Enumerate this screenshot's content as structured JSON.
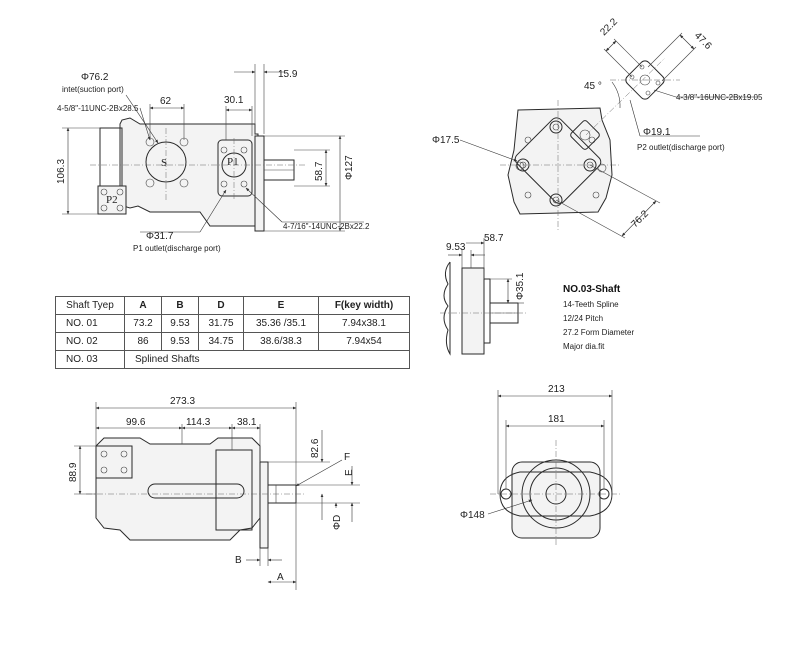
{
  "side_view": {
    "suction_dia": "Φ76.2",
    "suction_label": "intet(suction port)",
    "suction_thread": "4-5/8\"-11UNC-2Bx28.5",
    "dim_62": "62",
    "dim_30_1": "30.1",
    "dim_15_9": "15.9",
    "dim_106_3": "106.3",
    "dim_58_7": "58.7",
    "dim_127": "Φ127",
    "p1_dia": "Φ31.7",
    "p1_label": "P1 outlet(discharge port)",
    "p1_thread": "4-7/16\"-14UNC-2Bx22.2",
    "mark_s": "S",
    "mark_p1": "P1",
    "mark_p2": "P2"
  },
  "front_view": {
    "dim_22_2": "22.2",
    "dim_47_6": "47.6",
    "angle": "45 °",
    "p2_thread": "4-3/8\"-16UNC-2Bx19.05",
    "p2_dia": "Φ19.1",
    "p2_label": "P2 outlet(discharge port)",
    "dim_17_5": "Φ17.5",
    "dim_76_2": "76.2"
  },
  "shaft_detail": {
    "dim_9_53": "9.53",
    "dim_58_7": "58.7",
    "dim_35_1": "Φ35.1",
    "title": "NO.03-Shaft",
    "lines": [
      "14-Teeth Spline",
      "12/24 Pitch",
      "27.2 Form Diameter",
      "Major dia.fit"
    ]
  },
  "table": {
    "headers": [
      "Shaft Tyep",
      "A",
      "B",
      "D",
      "E",
      "F(key width)"
    ],
    "rows": [
      [
        "NO. 01",
        "73.2",
        "9.53",
        "31.75",
        "35.36 /35.1",
        "7.94x38.1"
      ],
      [
        "NO. 02",
        "86",
        "9.53",
        "34.75",
        "38.6/38.3",
        "7.94x54"
      ]
    ],
    "last_row": [
      "NO. 03",
      "Splined Shafts"
    ]
  },
  "bottom_view": {
    "dim_273_3": "273.3",
    "dim_99_6": "99.6",
    "dim_114_3": "114.3",
    "dim_38_1": "38.1",
    "dim_88_9": "88.9",
    "dim_82_6": "82.6",
    "lbl_f": "F",
    "lbl_e": "E",
    "lbl_d": "ΦD",
    "lbl_b": "B",
    "lbl_a": "A"
  },
  "rear_view": {
    "dim_213": "213",
    "dim_181": "181",
    "dim_148": "Φ148"
  }
}
